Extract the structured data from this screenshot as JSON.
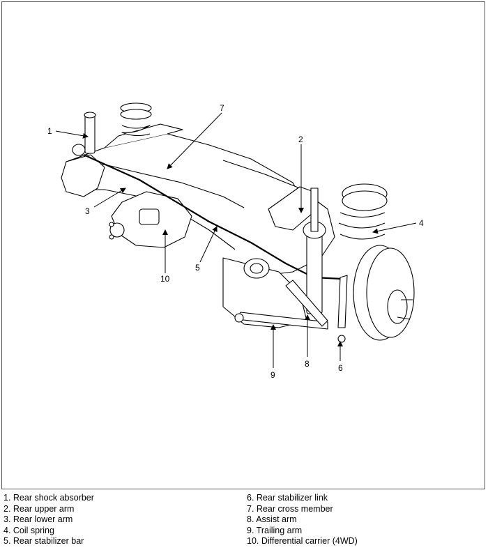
{
  "callouts": [
    {
      "num": "1",
      "label": "Rear shock absorber"
    },
    {
      "num": "2",
      "label": "Rear upper arm"
    },
    {
      "num": "3",
      "label": "Rear lower arm"
    },
    {
      "num": "4",
      "label": "Coil spring"
    },
    {
      "num": "5",
      "label": "Rear stabilizer bar"
    },
    {
      "num": "6",
      "label": "Rear stabilizer link"
    },
    {
      "num": "7",
      "label": "Rear cross member"
    },
    {
      "num": "8",
      "label": "Assist arm"
    },
    {
      "num": "9",
      "label": "Trailing arm"
    },
    {
      "num": "10",
      "label": "Differential carrier (4WD)"
    }
  ],
  "legend": {
    "left": [
      "1. Rear shock absorber",
      "2. Rear upper arm",
      "3. Rear lower arm",
      "4. Coil spring",
      "5. Rear stabilizer bar"
    ],
    "right": [
      "6. Rear stabilizer link",
      "7. Rear cross member",
      "8. Assist arm",
      "9. Trailing arm",
      "10. Differential carrier (4WD)"
    ]
  }
}
